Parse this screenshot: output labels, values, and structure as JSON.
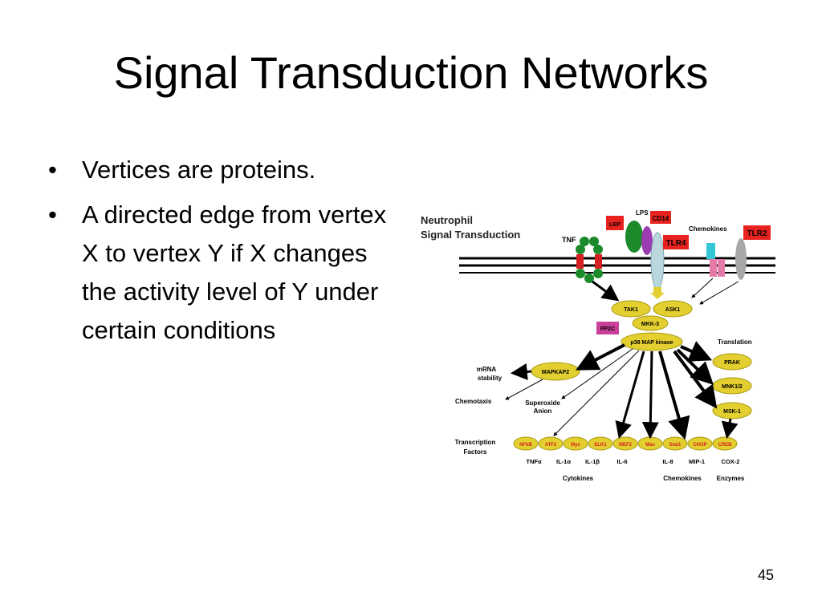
{
  "slide": {
    "title": "Signal Transduction Networks",
    "bullets": [
      "Vertices are proteins.",
      "A directed edge from vertex X to vertex Y if X changes the activity level of Y under certain conditions"
    ],
    "page_number": "45"
  },
  "diagram": {
    "title_line1": "Neutrophil",
    "title_line2": "Signal Transduction",
    "receptors": {
      "tnf": "TNF",
      "lps": "LPS",
      "lbp": "LBP",
      "cd14": "CD14",
      "tlr4": "TLR4",
      "chemokines": "Chemokines",
      "tlr2": "TLR2"
    },
    "kinases": {
      "tak1": "TAK1",
      "ask1": "ASK1",
      "mkk3": "MKK-3",
      "pp2c": "PP2C",
      "p38": "p38 MAP kinase",
      "mapkap2": "MAPKAP2",
      "prak": "PRAK",
      "mnk12": "MNK1/2",
      "msk1": "MSK-1"
    },
    "labels": {
      "translation": "Translation",
      "mrna_stability_1": "mRNA",
      "mrna_stability_2": "stability",
      "chemotaxis": "Chemotaxis",
      "superoxide_1": "Superoxide",
      "superoxide_2": "Anion",
      "transcription_1": "Transcription",
      "transcription_2": "Factors"
    },
    "transcription_factors": [
      "NFkB",
      "ATF2",
      "Myc",
      "ELK1",
      "MEF2",
      "Max",
      "Stat1",
      "CHOP",
      "CREB"
    ],
    "products": {
      "tnfa": "TNFα",
      "il1a": "IL-1α",
      "il1b": "IL-1β",
      "il6": "IL-6",
      "il8": "IL-8",
      "mip1": "MIP-1",
      "cox2": "COX-2"
    },
    "groups": {
      "cytokines": "Cytokines",
      "chemokines": "Chemokines",
      "enzymes": "Enzymes"
    },
    "colors": {
      "node_yellow": "#e3cf2f",
      "receptor_red": "#e8221e",
      "membrane": "#000000",
      "tf_red_text": "#d4201e",
      "pp2c_magenta": "#c9419b",
      "tnf_green": "#1c8a2b"
    }
  }
}
